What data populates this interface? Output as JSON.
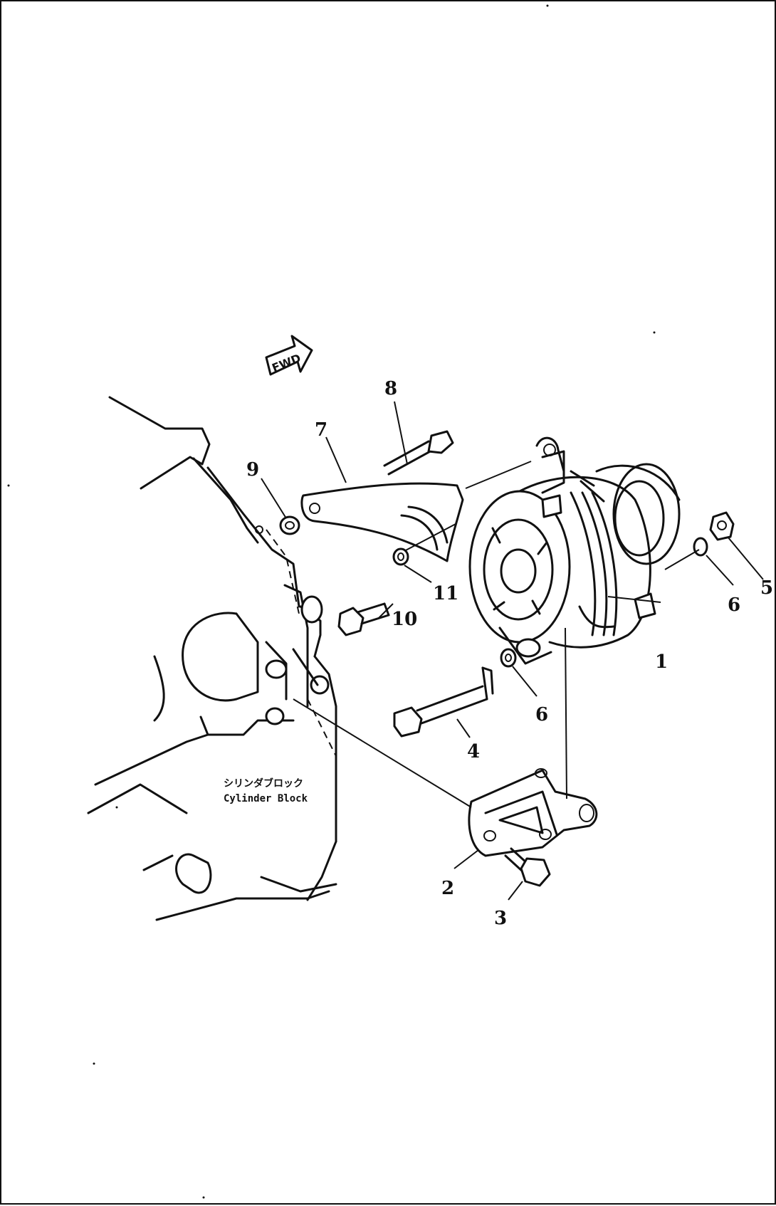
{
  "diagram": {
    "fwd_label": "FWD",
    "block_label_jp": "シリンダブロック",
    "block_label_en": "Cylinder Block",
    "callouts": [
      {
        "id": "1",
        "text": "1"
      },
      {
        "id": "2",
        "text": "2"
      },
      {
        "id": "3",
        "text": "3"
      },
      {
        "id": "4",
        "text": "4"
      },
      {
        "id": "5",
        "text": "5"
      },
      {
        "id": "6a",
        "text": "6"
      },
      {
        "id": "6b",
        "text": "6"
      },
      {
        "id": "7",
        "text": "7"
      },
      {
        "id": "8",
        "text": "8"
      },
      {
        "id": "9",
        "text": "9"
      },
      {
        "id": "10",
        "text": "10"
      },
      {
        "id": "11",
        "text": "11"
      }
    ]
  }
}
